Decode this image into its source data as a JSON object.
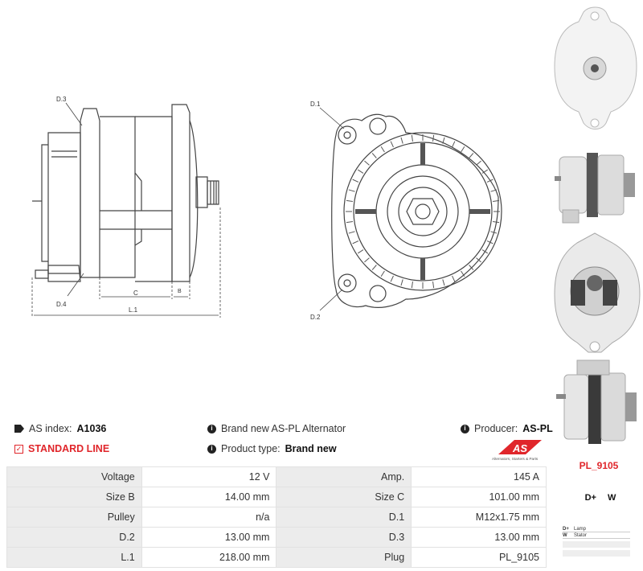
{
  "drawing": {
    "side_labels": {
      "d3": "D.3",
      "d4": "D.4",
      "c": "C",
      "b": "B",
      "l1": "L.1"
    },
    "front_labels": {
      "d1": "D.1",
      "d2": "D.2"
    }
  },
  "info": {
    "as_index_label": "AS index:",
    "as_index_value": "A1036",
    "description": "Brand new AS-PL Alternator",
    "producer_label": "Producer:",
    "producer_value": "AS-PL",
    "line_label": "STANDARD LINE",
    "product_type_label": "Product type:",
    "product_type_value": "Brand new"
  },
  "logo": {
    "text": "AS",
    "tagline": "Alternators, Starters & Parts",
    "color": "#e0262b"
  },
  "specs": [
    [
      {
        "k": "Voltage",
        "v": "12 V"
      },
      {
        "k": "Amp.",
        "v": "145 A"
      }
    ],
    [
      {
        "k": "Size B",
        "v": "14.00 mm"
      },
      {
        "k": "Size C",
        "v": "101.00 mm"
      }
    ],
    [
      {
        "k": "Pulley",
        "v": "n/a"
      },
      {
        "k": "D.1",
        "v": "M12x1.75 mm"
      }
    ],
    [
      {
        "k": "D.2",
        "v": "13.00 mm"
      },
      {
        "k": "D.3",
        "v": "13.00 mm"
      }
    ],
    [
      {
        "k": "L.1",
        "v": "218.00 mm"
      },
      {
        "k": "Plug",
        "v": "PL_9105"
      }
    ]
  ],
  "plug": {
    "title": "PL_9105",
    "pins": [
      "D+",
      "W"
    ],
    "legend": [
      {
        "pin": "D+",
        "desc": "Lamp"
      },
      {
        "pin": "W",
        "desc": "Stator"
      }
    ]
  }
}
